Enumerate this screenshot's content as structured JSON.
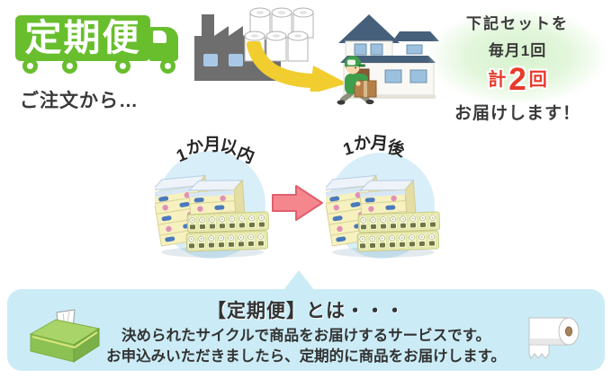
{
  "logo": {
    "text": "定期便"
  },
  "intro": {
    "order_from": "ご注文から…"
  },
  "delivery_note": {
    "line1": "下記セットを",
    "line2": "毎月1回",
    "total_prefix": "計",
    "total_count": "2",
    "total_suffix": "回",
    "line3": "お届けします！"
  },
  "cycle": {
    "first_label": "1か月以内",
    "second_label": "1か月後"
  },
  "explanation": {
    "title": "【定期便】とは・・・",
    "line1": "決められたサイクルで商品をお届けするサービスです。",
    "line2": "お申込みいただきましたら、定期的に商品をお届けします。"
  },
  "icons": {
    "logo_vehicle": "truck-icon",
    "production": "factory-icon",
    "stock": "paper-rolls-icon",
    "shipping": "curved-arrow-icon",
    "destination": "house-icon",
    "courier": "delivery-person-icon",
    "product_set": "tissue-set-icon",
    "next_cycle": "right-arrow-icon",
    "tissue": "tissue-box-icon",
    "toilet_paper": "toilet-roll-icon"
  },
  "colors": {
    "brand_green": "#68be2d",
    "accent_red": "#e8392a",
    "text_dark": "#3a3a3a",
    "panel_blue": "#cbecf6",
    "circle_blue": "#d8eef8",
    "blob_green": "#d7f2cf",
    "arrow_pink": "#f4868e",
    "arrow_yellow": "#f2cd2f"
  }
}
